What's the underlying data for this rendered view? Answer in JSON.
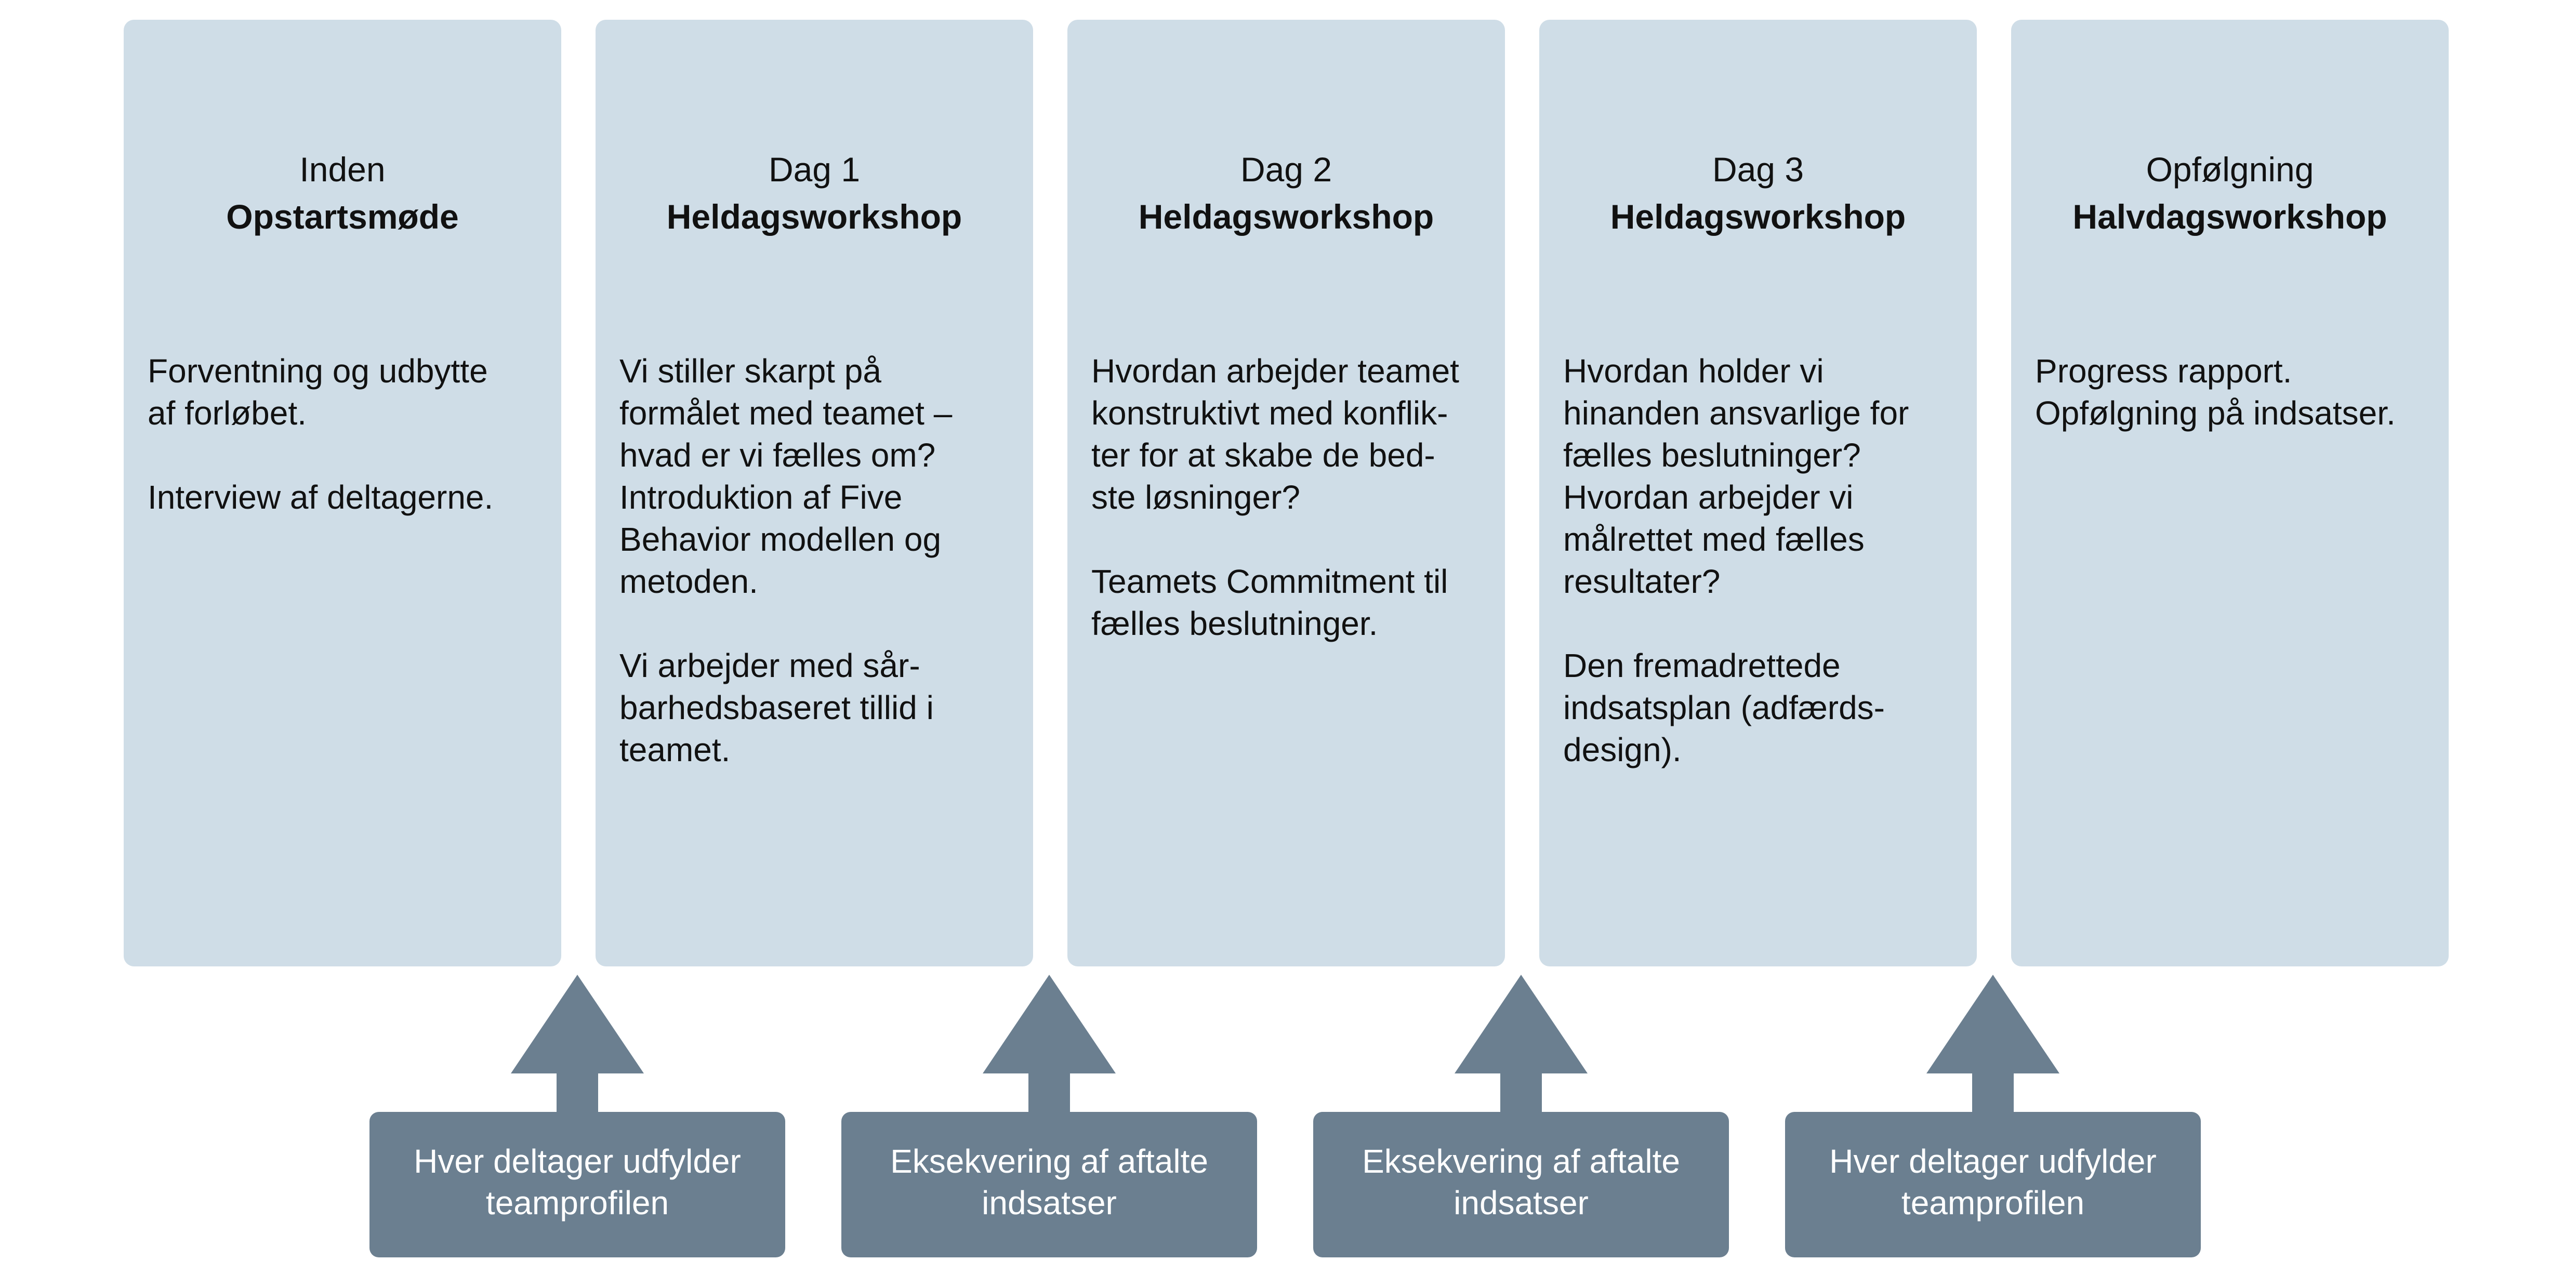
{
  "colors": {
    "column_bg": "#cfdde7",
    "note_bg": "#6b7f90",
    "arrow": "#6b7f90",
    "text": "#111111",
    "note_text": "#ffffff"
  },
  "columns": [
    {
      "phase": "Inden",
      "title": "Opstartsmøde",
      "paragraphs": [
        "Forventning og udbytte\naf forløbet.",
        "Interview af deltagerne."
      ]
    },
    {
      "phase": "Dag 1",
      "title": "Heldagsworkshop",
      "paragraphs": [
        "Vi stiller skarpt på\nformålet med teamet –\nhvad er vi fælles om?\nIntroduktion af Five\nBehavior modellen og\nmetoden.",
        "Vi arbejder med sår-\nbarhedsbaseret tillid i\nteamet."
      ]
    },
    {
      "phase": "Dag 2",
      "title": "Heldagsworkshop",
      "paragraphs": [
        "Hvordan arbejder teamet\nkonstruktivt med konflik-\nter for at skabe de bed-\nste løsninger?",
        "Teamets Commitment til\nfælles beslutninger."
      ]
    },
    {
      "phase": "Dag 3",
      "title": "Heldagsworkshop",
      "paragraphs": [
        "Hvordan holder vi\nhinanden ansvarlige for\nfælles beslutninger?\nHvordan arbejder vi\nmålrettet med fælles\nresultater?",
        "Den fremadrettede\nindsatsplan (adfærds-\ndesign)."
      ]
    },
    {
      "phase": "Opfølgning",
      "title": "Halvdagsworkshop",
      "paragraphs": [
        "Progress rapport.\nOpfølgning på indsatser."
      ]
    }
  ],
  "notes": [
    {
      "text": "Hver deltager udfylder\nteamprofilen"
    },
    {
      "text": "Eksekvering af aftalte\nindsatser"
    },
    {
      "text": "Eksekvering af aftalte\nindsatser"
    },
    {
      "text": "Hver deltager udfylder\nteamprofilen"
    }
  ]
}
